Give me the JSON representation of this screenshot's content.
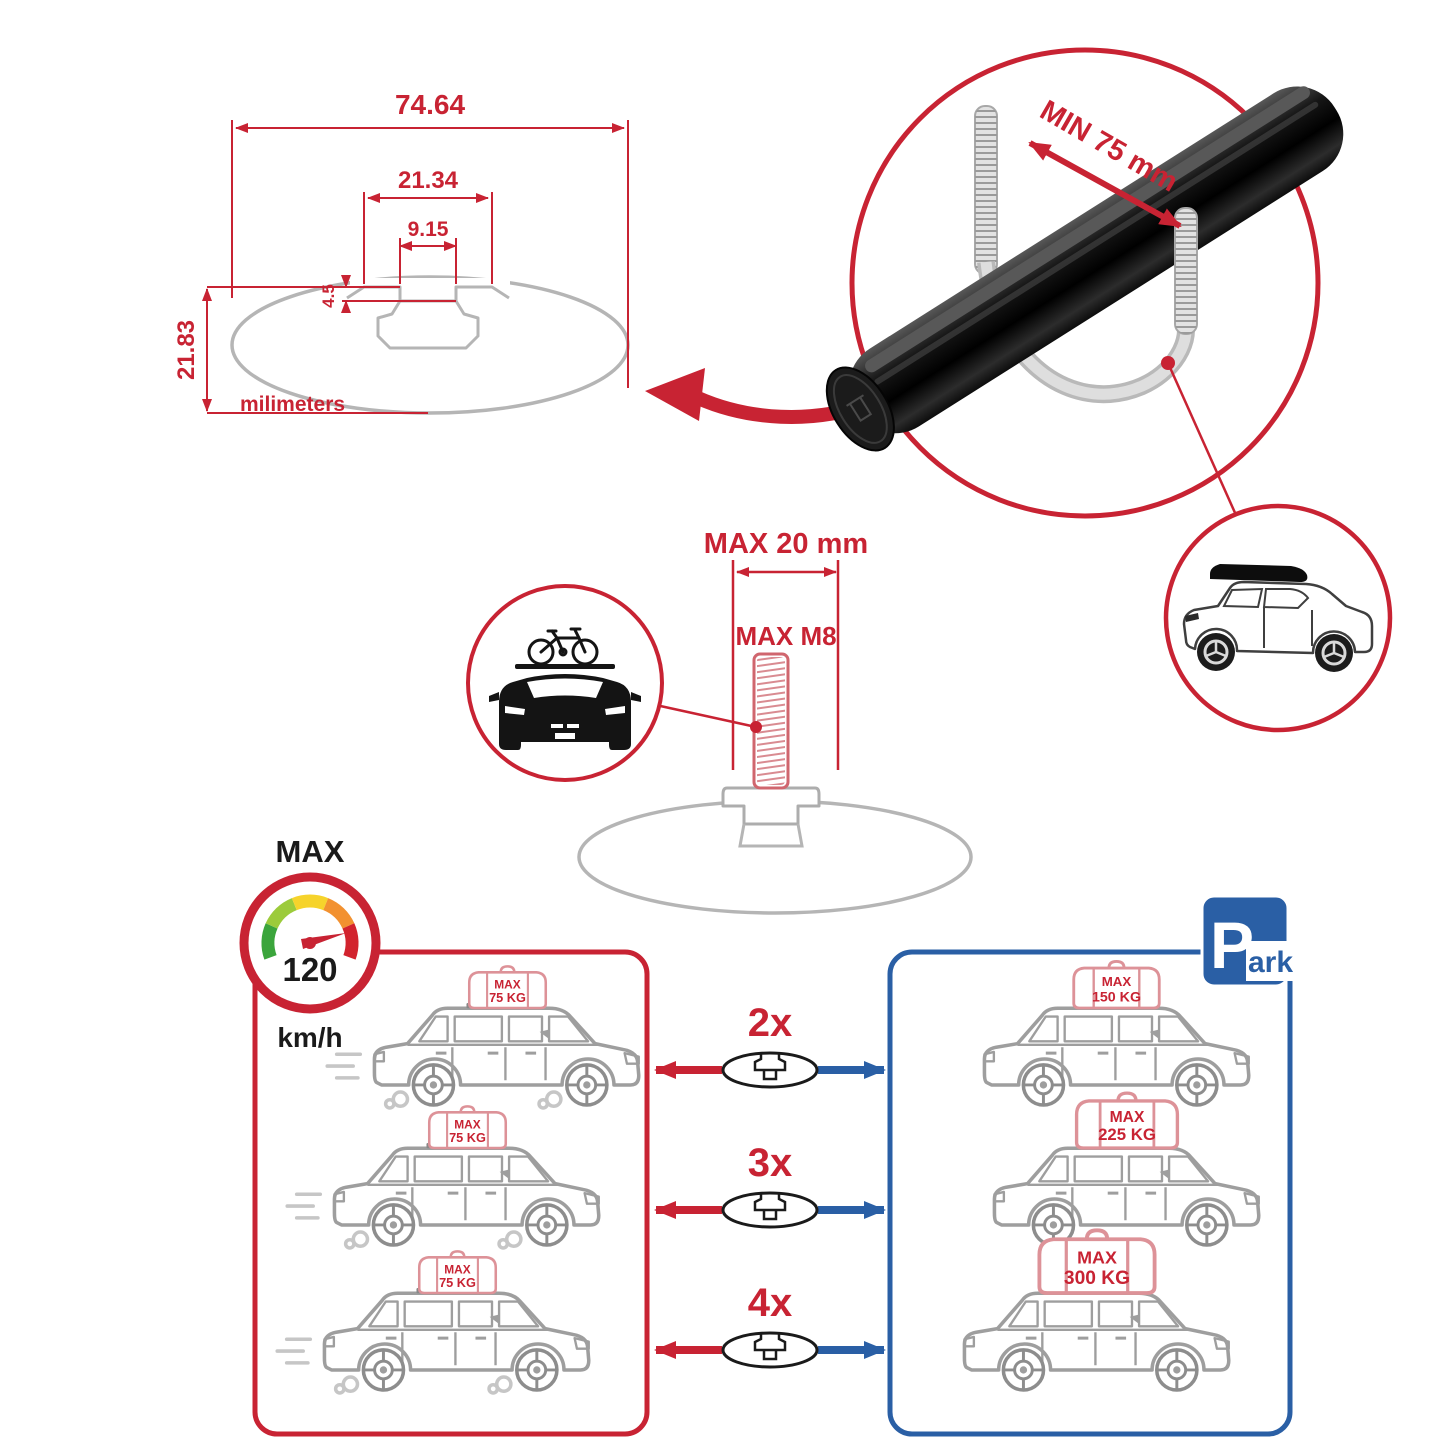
{
  "colors": {
    "accent_red": "#c82333",
    "accent_blue": "#2a5fa5",
    "outline_gray": "#b5b5b5",
    "bar_black": "#111111",
    "bag_red": "#dd9298"
  },
  "profile_dimensions": {
    "total_width": "74.64",
    "channel_outer_width": "21.34",
    "channel_inner_width": "9.15",
    "lip_depth": "4.5",
    "total_height": "21.83",
    "units_label": "milimeters"
  },
  "clamp_note": {
    "min_grip": "MIN 75 mm"
  },
  "bolt_note": {
    "max_protrusion": "MAX 20 mm",
    "max_thread": "MAX M8"
  },
  "speed_gauge": {
    "label": "MAX",
    "value": "120",
    "units": "km/h"
  },
  "parking_sign": {
    "letter": "P",
    "rest": "ark"
  },
  "capacity_rows": [
    {
      "multiplier": "2x",
      "moving": {
        "label": "MAX",
        "weight": "75 KG"
      },
      "parked": {
        "label": "MAX",
        "weight": "150 KG"
      }
    },
    {
      "multiplier": "3x",
      "moving": {
        "label": "MAX",
        "weight": "75 KG"
      },
      "parked": {
        "label": "MAX",
        "weight": "225 KG"
      }
    },
    {
      "multiplier": "4x",
      "moving": {
        "label": "MAX",
        "weight": "75 KG"
      },
      "parked": {
        "label": "MAX",
        "weight": "300 KG"
      }
    }
  ]
}
